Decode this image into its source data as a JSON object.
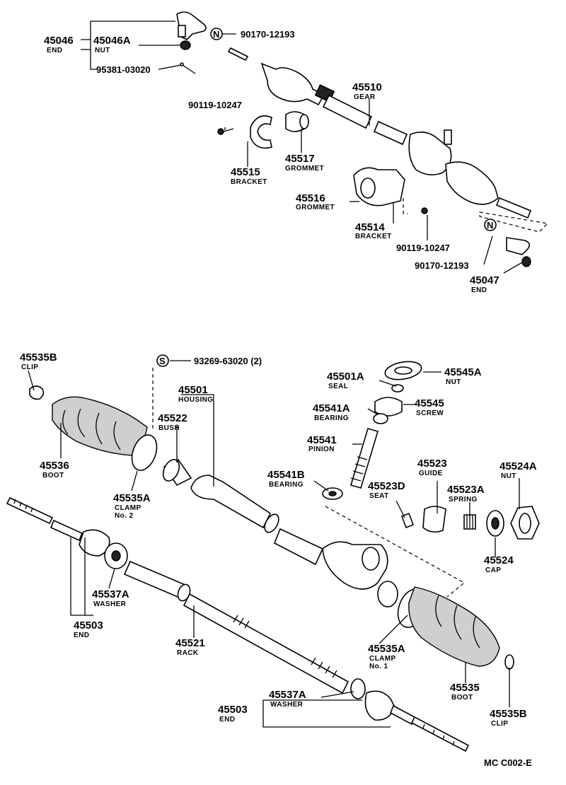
{
  "top": {
    "end_left": {
      "number": "45046",
      "name": "END"
    },
    "nut_left": {
      "number": "45046A",
      "name": "NUT"
    },
    "pin_left": {
      "number": "95381-03020"
    },
    "n_mark_left": {
      "mark": "N",
      "number": "90170-12193"
    },
    "gear": {
      "number": "45510",
      "name": "GEAR"
    },
    "bolt_left": {
      "number": "90119-10247"
    },
    "grommet_17": {
      "number": "45517",
      "name": "GROMMET"
    },
    "bracket_15": {
      "number": "45515",
      "name": "BRACKET"
    },
    "grommet_16": {
      "number": "45516",
      "name": "GROMMET"
    },
    "bracket_14": {
      "number": "45514",
      "name": "BRACKET"
    },
    "bolt_right": {
      "number": "90119-10247"
    },
    "n_mark_right": {
      "mark": "N",
      "number": "90170-12193"
    },
    "end_right": {
      "number": "45047",
      "name": "END"
    }
  },
  "bottom": {
    "clip_left": {
      "number": "45535B",
      "name": "CLIP"
    },
    "s_mark": {
      "mark": "S",
      "number": "93269-63020 (2)"
    },
    "housing": {
      "number": "45501",
      "name": "HOUSING"
    },
    "bush": {
      "number": "45522",
      "name": "BUSH"
    },
    "boot_left": {
      "number": "45536",
      "name": "BOOT"
    },
    "clamp2": {
      "number": "45535A",
      "name": "CLAMP",
      "sub": "No. 2"
    },
    "seal": {
      "number": "45501A",
      "name": "SEAL"
    },
    "nut_top": {
      "number": "45545A",
      "name": "NUT"
    },
    "bearing_a": {
      "number": "45541A",
      "name": "BEARING"
    },
    "screw": {
      "number": "45545",
      "name": "SCREW"
    },
    "pinion": {
      "number": "45541",
      "name": "PINION"
    },
    "guide": {
      "number": "45523",
      "name": "GUIDE"
    },
    "nut_24a": {
      "number": "45524A",
      "name": "NUT"
    },
    "bearing_b": {
      "number": "45541B",
      "name": "BEARING"
    },
    "seat": {
      "number": "45523D",
      "name": "SEAT"
    },
    "spring": {
      "number": "45523A",
      "name": "SPRING"
    },
    "cap": {
      "number": "45524",
      "name": "CAP"
    },
    "washer_left": {
      "number": "45537A",
      "name": "WASHER"
    },
    "end_left": {
      "number": "45503",
      "name": "END"
    },
    "rack": {
      "number": "45521",
      "name": "RACK"
    },
    "clamp1": {
      "number": "45535A",
      "name": "CLAMP",
      "sub": "No. 1"
    },
    "boot_right": {
      "number": "45535",
      "name": "BOOT"
    },
    "washer_right": {
      "number": "45537A",
      "name": "WASHER"
    },
    "end_right": {
      "number": "45503",
      "name": "END"
    },
    "clip_right": {
      "number": "45535B",
      "name": "CLIP"
    }
  },
  "footer": {
    "code": "MC  C002-E"
  }
}
